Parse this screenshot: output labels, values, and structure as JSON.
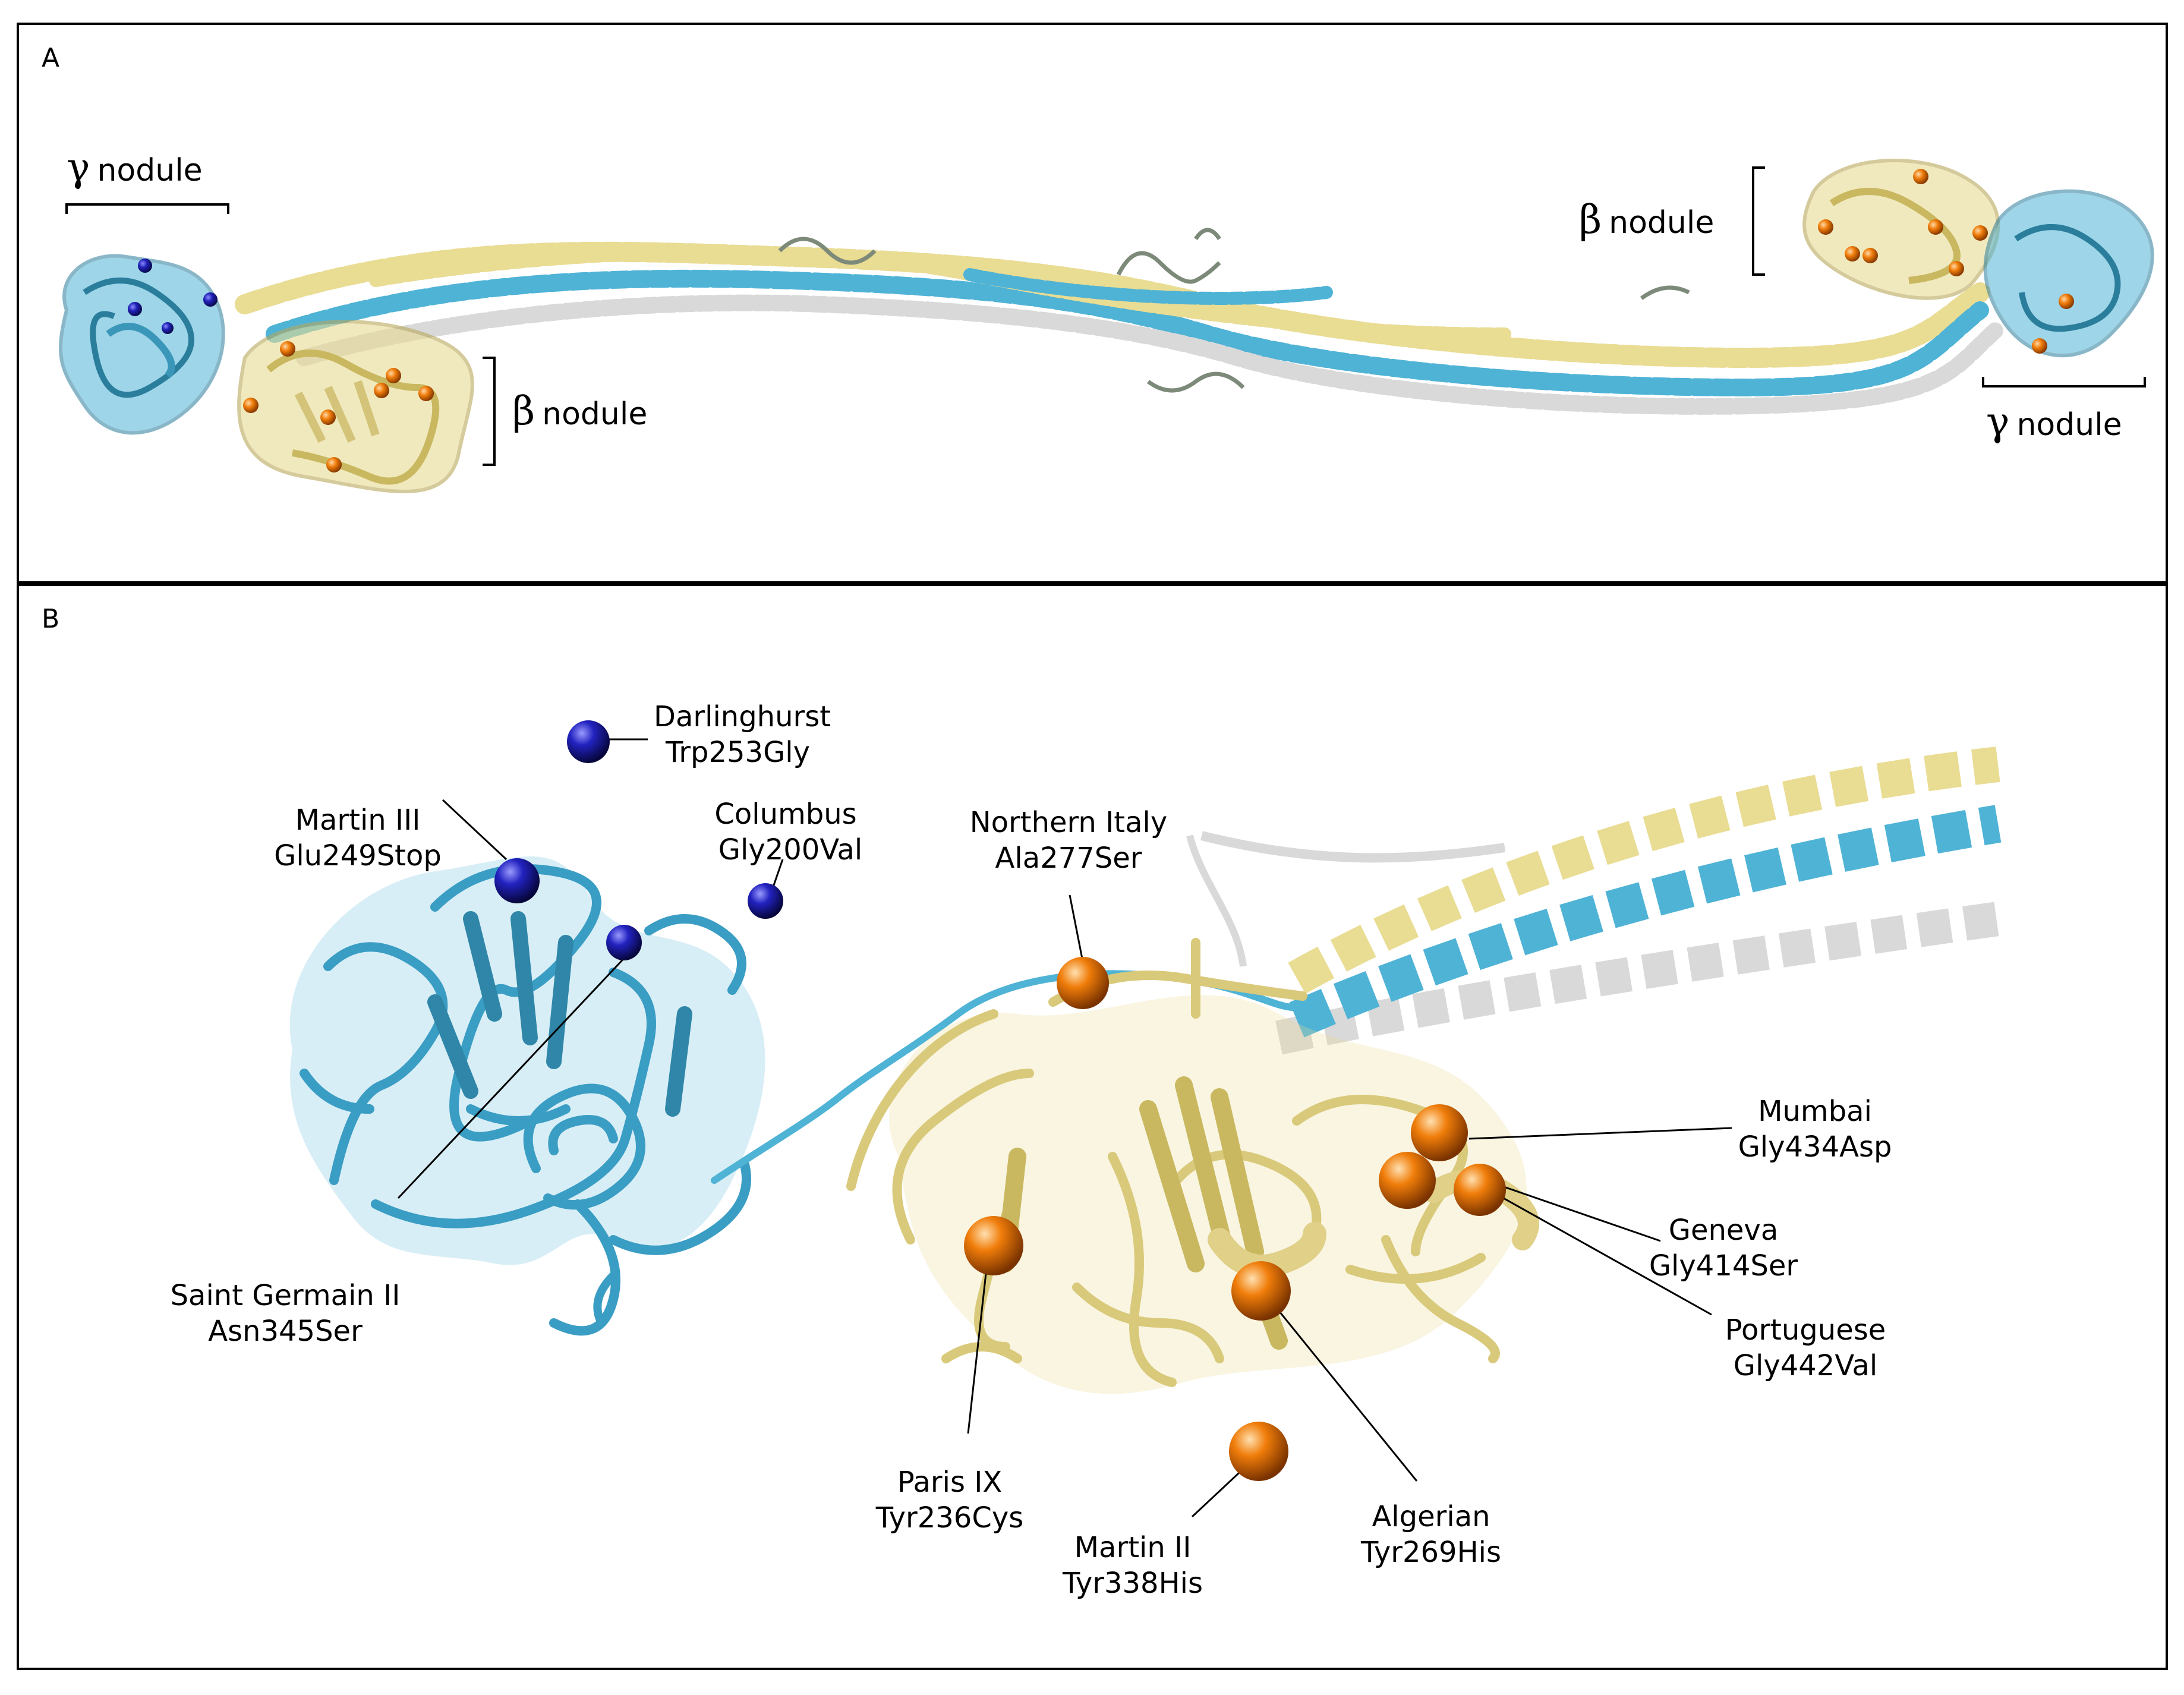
{
  "panel_a": {
    "letter": "A",
    "gamma_symbol": "γ",
    "beta_symbol": "β",
    "nodule_word": "nodule"
  },
  "panel_b": {
    "letter": "B",
    "mutations": [
      {
        "name": "Darlinghurst",
        "change": "Trp253Gly"
      },
      {
        "name": "Martin III",
        "change": "Glu249Stop"
      },
      {
        "name": "Columbus",
        "change": "Gly200Val"
      },
      {
        "name": "Saint Germain II",
        "change": "Asn345Ser"
      },
      {
        "name": "Northern Italy",
        "change": "Ala277Ser"
      },
      {
        "name": "Mumbai",
        "change": "Gly434Asp"
      },
      {
        "name": "Geneva",
        "change": "Gly414Ser"
      },
      {
        "name": "Portuguese",
        "change": "Gly442Val"
      },
      {
        "name": "Paris IX",
        "change": "Tyr236Cys"
      },
      {
        "name": "Algerian",
        "change": "Tyr269His"
      },
      {
        "name": "Martin II",
        "change": "Tyr338His"
      }
    ]
  },
  "colors": {
    "gamma_chain": "#4fb3d6",
    "beta_chain": "#e9dc93",
    "alpha_chain": "#d9d9d9",
    "beta_mutation_sphere": "#f07d0a",
    "gamma_mutation_sphere": "#1f1fb0"
  }
}
